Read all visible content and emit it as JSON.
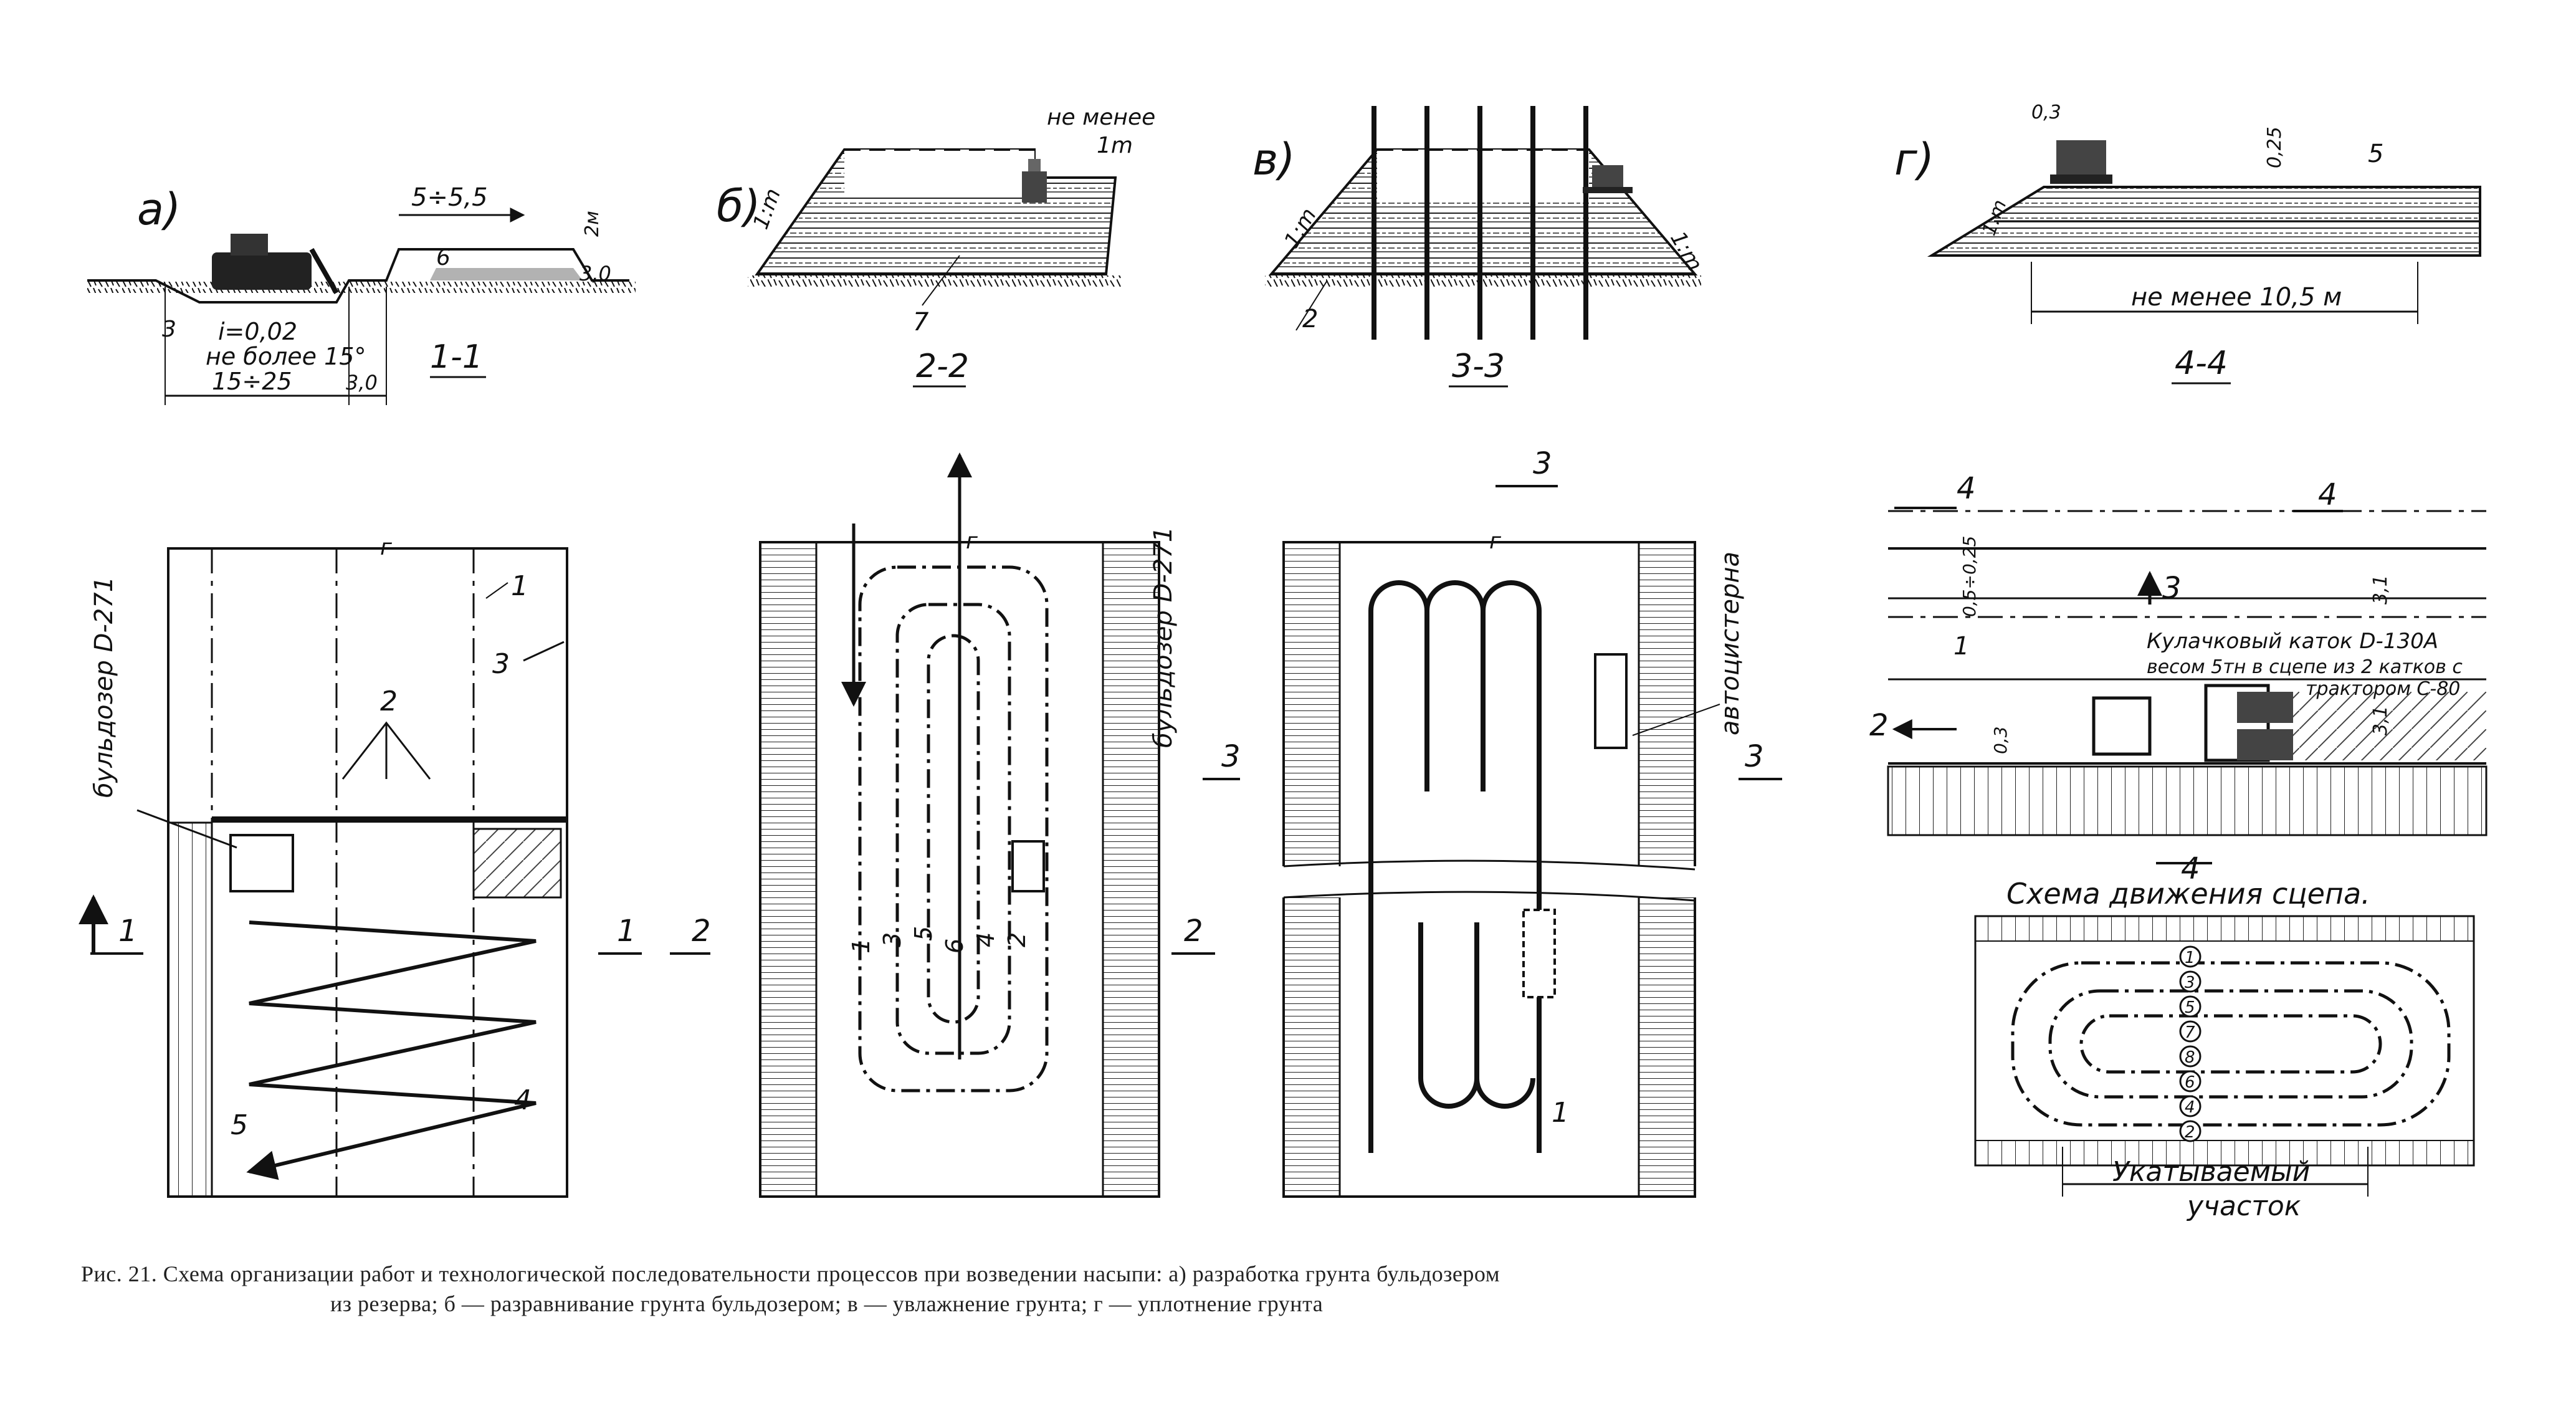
{
  "figure": {
    "caption_line1": "Рис. 21. Схема организации работ и технологической последовательности процессов при возведении насыпи: а) разработка грунта бульдозером",
    "caption_line2": "из резерва; б — разравнивание грунта бульдозером; в — увлажнение грунта; г — уплотнение грунта"
  },
  "panel_a": {
    "letter": "а)",
    "section_label": "1-1",
    "dim_top": "5÷5,5",
    "dim_height": "2м",
    "dim_30": "3,0",
    "slope_i": "i=0,02",
    "slope_note": "не более 15°",
    "dim_bottom": "15÷25",
    "dim_right": "3,0",
    "label_3": "3",
    "label_6": "6",
    "plan_bulldozer": "бульдозер D-271",
    "plan_num_1": "1",
    "plan_num_2": "2",
    "plan_num_3": "3",
    "plan_num_4": "4",
    "plan_num_5": "5",
    "cut_left": "1",
    "cut_right_1": "1",
    "cut_right_2": "2",
    "break_mark": "г"
  },
  "panel_b": {
    "letter": "б)",
    "section_label": "2-2",
    "slope": "1:m",
    "note_min": "не менее",
    "note_val": "1m",
    "label_7": "7",
    "plan_bulldozer": "бульдозер D-271",
    "cut_right": "3",
    "cut_left": "2",
    "pass_labels": [
      "1",
      "3",
      "5",
      "6",
      "4",
      "2"
    ],
    "break_mark": "г"
  },
  "panel_c": {
    "letter": "в)",
    "section_label": "3-3",
    "slope_left": "1:m",
    "slope_right": "1:m",
    "label_2": "2",
    "top_cut": "3",
    "plan_vehicle": "автоцистерна",
    "cut_right": "3",
    "label_1": "1",
    "break_mark": "г"
  },
  "panel_d": {
    "letter": "г)",
    "section_label": "4-4",
    "slope": "1:m",
    "dim_03": "0,3",
    "dim_025": "0,25",
    "label_5": "5",
    "dim_bottom": "не менее 10,5 м",
    "plan_cut_top_left": "4",
    "plan_cut_top_right": "4",
    "plan_cut_bottom": "4",
    "plan_cut_3": "3",
    "plan_cut_2": "2",
    "dim_0525": "0,5÷0,25",
    "dim_31a": "3,1",
    "dim_31b": "3,1",
    "dim_03b": "0,3",
    "label_1": "1",
    "roller_line1": "Кулачковый каток D-130А",
    "roller_line2": "весом 5тн в сцепе из 2 катков с",
    "roller_line3": "трактором С-80",
    "scheme_title": "Схема движения сцепа.",
    "scheme_passes": [
      "1",
      "3",
      "5",
      "7",
      "8",
      "6",
      "4",
      "2"
    ],
    "rolled_line1": "Укатываемый",
    "rolled_line2": "участок"
  }
}
